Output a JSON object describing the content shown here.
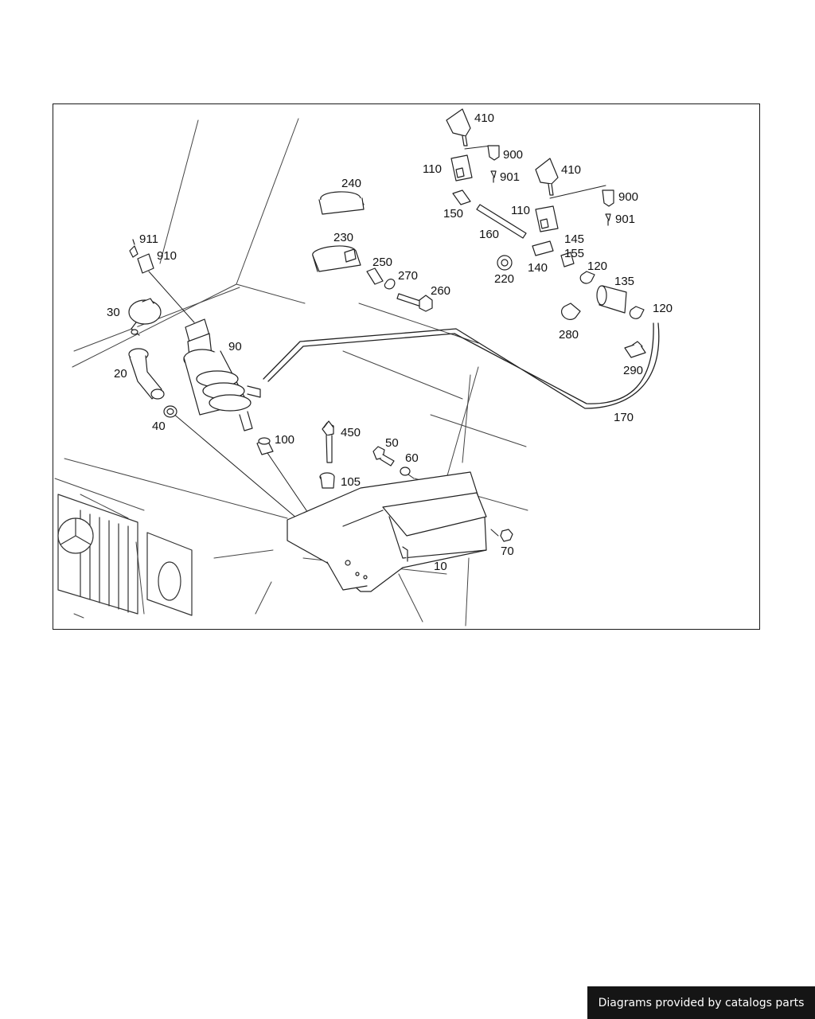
{
  "diagram": {
    "callouts": [
      {
        "id": "c410a",
        "text": "410"
      },
      {
        "id": "c900a",
        "text": "900"
      },
      {
        "id": "c110a",
        "text": "110"
      },
      {
        "id": "c901a",
        "text": "901"
      },
      {
        "id": "c410b",
        "text": "410"
      },
      {
        "id": "c900b",
        "text": "900"
      },
      {
        "id": "c240",
        "text": "240"
      },
      {
        "id": "c150",
        "text": "150"
      },
      {
        "id": "c110b",
        "text": "110"
      },
      {
        "id": "c901b",
        "text": "901"
      },
      {
        "id": "c160",
        "text": "160"
      },
      {
        "id": "c145",
        "text": "145"
      },
      {
        "id": "c230",
        "text": "230"
      },
      {
        "id": "c911",
        "text": "911"
      },
      {
        "id": "c910",
        "text": "910"
      },
      {
        "id": "c250",
        "text": "250"
      },
      {
        "id": "c155",
        "text": "155"
      },
      {
        "id": "c270",
        "text": "270"
      },
      {
        "id": "c140",
        "text": "140"
      },
      {
        "id": "c120a",
        "text": "120"
      },
      {
        "id": "c220",
        "text": "220"
      },
      {
        "id": "c135",
        "text": "135"
      },
      {
        "id": "c260",
        "text": "260"
      },
      {
        "id": "c30",
        "text": "30"
      },
      {
        "id": "c120b",
        "text": "120"
      },
      {
        "id": "c280",
        "text": "280"
      },
      {
        "id": "c90",
        "text": "90"
      },
      {
        "id": "c290",
        "text": "290"
      },
      {
        "id": "c20",
        "text": "20"
      },
      {
        "id": "c170",
        "text": "170"
      },
      {
        "id": "c40",
        "text": "40"
      },
      {
        "id": "c450",
        "text": "450"
      },
      {
        "id": "c100",
        "text": "100"
      },
      {
        "id": "c50",
        "text": "50"
      },
      {
        "id": "c60",
        "text": "60"
      },
      {
        "id": "c105",
        "text": "105"
      },
      {
        "id": "c70",
        "text": "70"
      },
      {
        "id": "c10",
        "text": "10"
      }
    ]
  },
  "footer": {
    "text": "Diagrams provided by catalogs parts"
  }
}
